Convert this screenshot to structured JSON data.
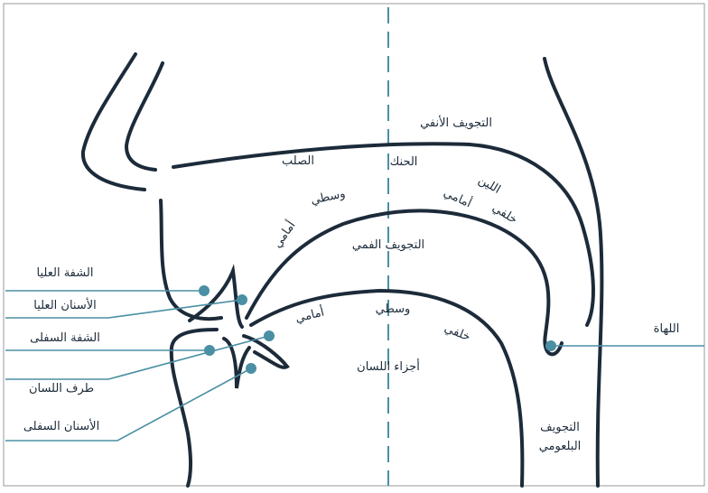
{
  "colors": {
    "outline": "#1c2b3a",
    "accent": "#4a8fa3",
    "frame": "#9a9a9a"
  },
  "labels": {
    "nasal_cavity": "التجويف الأنفي",
    "palate": "الحنك",
    "hard": "الصلب",
    "soft": "اللين",
    "posterior": "خلفي",
    "anterior": "أمامي",
    "middle": "وسطي",
    "oral_cavity": "التجويف الفمي",
    "tongue_anterior": "أمامي",
    "tongue_middle": "وسطي",
    "tongue_posterior": "خلفي",
    "tongue_parts": "أجزاء اللسان",
    "uvula": "اللهاة",
    "pharyngeal_line1": "التجويف",
    "pharyngeal_line2": "البلعومي",
    "upper_lip": "الشفة العليا",
    "upper_teeth": "الأسنان العليا",
    "lower_lip": "الشفة السفلى",
    "tongue_tip": "طرف اللسان",
    "lower_teeth": "الأسنان السفلى"
  }
}
